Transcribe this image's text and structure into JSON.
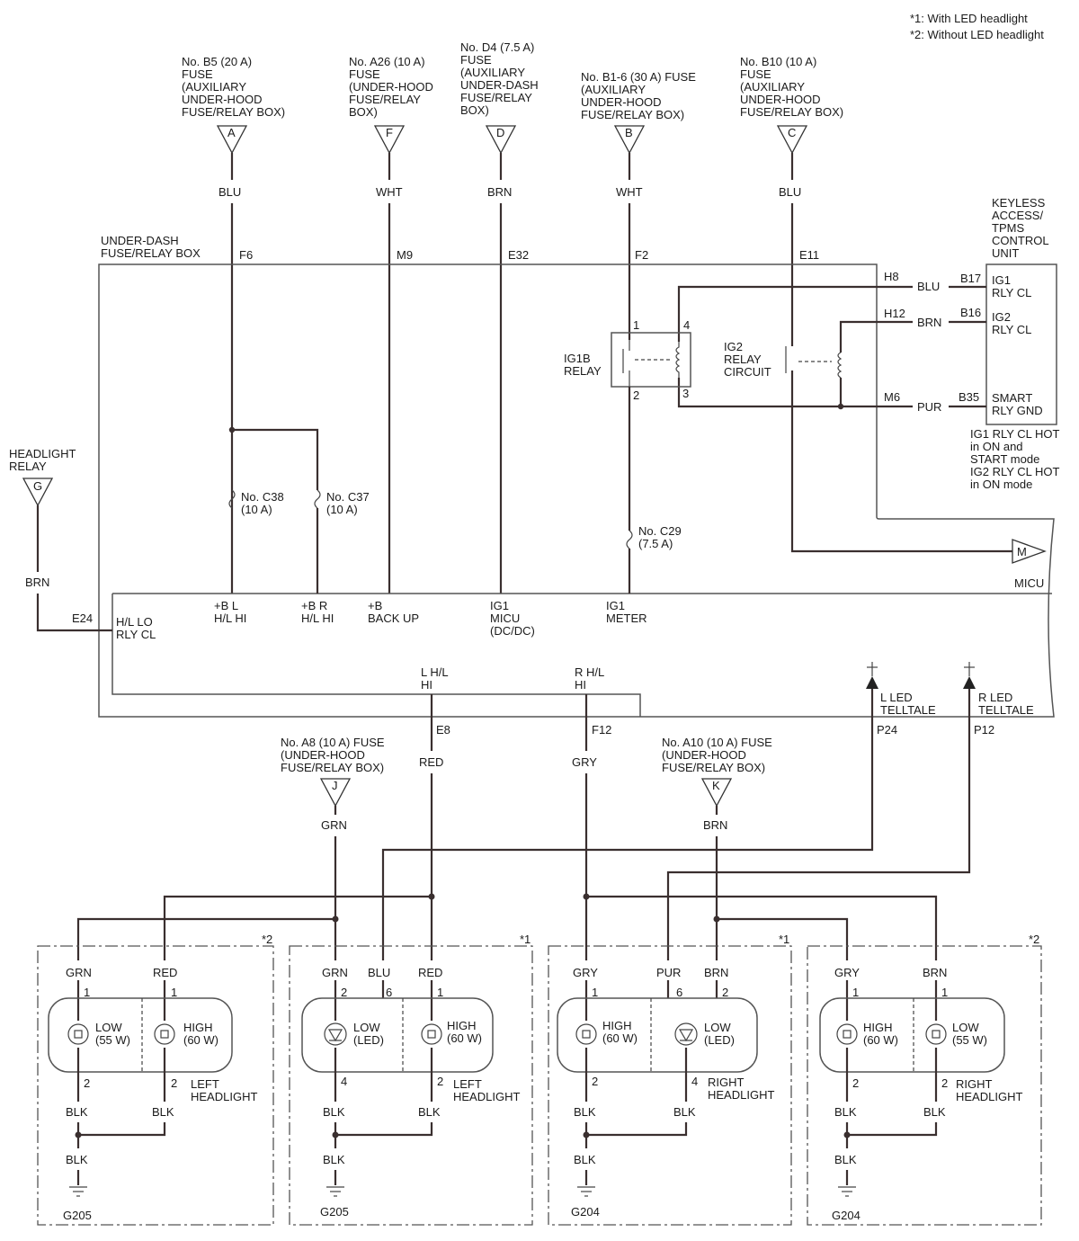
{
  "notes": {
    "n1": "*1: With LED headlight",
    "n2": "*2: Without LED headlight"
  },
  "fuses": {
    "b5": {
      "lines": [
        "No. B5 (20 A)",
        "FUSE",
        "(AUXILIARY",
        "UNDER-HOOD",
        "FUSE/RELAY BOX)"
      ],
      "letter": "A",
      "wire": "BLU",
      "pin": "F6"
    },
    "a26": {
      "lines": [
        "No. A26 (10 A)",
        "FUSE",
        "(UNDER-HOOD",
        "FUSE/RELAY",
        "BOX)"
      ],
      "letter": "F",
      "wire": "WHT",
      "pin": "M9"
    },
    "d4": {
      "lines": [
        "No. D4 (7.5 A)",
        "FUSE",
        "(AUXILIARY",
        "UNDER-DASH",
        "FUSE/RELAY",
        "BOX)"
      ],
      "letter": "D",
      "wire": "BRN",
      "pin": "E32"
    },
    "b16": {
      "lines": [
        "No. B1-6 (30 A) FUSE",
        "(AUXILIARY",
        "UNDER-HOOD",
        "FUSE/RELAY BOX)"
      ],
      "letter": "B",
      "wire": "WHT",
      "pin": "F2"
    },
    "b10": {
      "lines": [
        "No. B10 (10 A)",
        "FUSE",
        "(AUXILIARY",
        "UNDER-HOOD",
        "FUSE/RELAY BOX)"
      ],
      "letter": "C",
      "wire": "BLU",
      "pin": "E11"
    },
    "a8": {
      "lines": [
        "No. A8 (10 A) FUSE",
        "(UNDER-HOOD",
        "FUSE/RELAY BOX)"
      ],
      "letter": "J",
      "wire": "GRN"
    },
    "a10": {
      "lines": [
        "No. A10 (10 A) FUSE",
        "(UNDER-HOOD",
        "FUSE/RELAY BOX)"
      ],
      "letter": "K",
      "wire": "BRN"
    }
  },
  "underdash": {
    "lines": [
      "UNDER-DASH",
      "FUSE/RELAY BOX"
    ]
  },
  "keyless": {
    "lines": [
      "KEYLESS",
      "ACCESS/",
      "TPMS",
      "CONTROL",
      "UNIT"
    ],
    "pins": [
      {
        "pin": "B17",
        "label": "IG1",
        "label2": "RLY CL",
        "wire": "BLU",
        "box_pin": "H8"
      },
      {
        "pin": "B16",
        "label": "IG2",
        "label2": "RLY CL",
        "wire": "BRN",
        "box_pin": "H12"
      },
      {
        "pin": "B35",
        "label": "SMART",
        "label2": "RLY GND",
        "wire": "PUR",
        "box_pin": "M6"
      }
    ],
    "note": [
      "IG1 RLY CL HOT",
      "in ON and",
      "START mode",
      "IG2 RLY CL HOT",
      "in ON mode"
    ]
  },
  "ig1b": {
    "lines": [
      "IG1B",
      "RELAY"
    ],
    "pins": [
      "1",
      "2",
      "3",
      "4"
    ]
  },
  "ig2": {
    "lines": [
      "IG2",
      "RELAY",
      "CIRCUIT"
    ]
  },
  "headlight_relay": {
    "lines": [
      "HEADLIGHT",
      "RELAY"
    ],
    "letter": "G",
    "wire": "BRN",
    "pin": "E24"
  },
  "inner_fuses": {
    "c38": [
      "No. C38",
      "(10 A)"
    ],
    "c37": [
      "No. C37",
      "(10 A)"
    ],
    "c29": [
      "No. C29",
      "(7.5 A)"
    ]
  },
  "micu": {
    "letter": "M",
    "label": "MICU"
  },
  "circuits": {
    "hl_lo": [
      "H/L LO",
      "RLY CL"
    ],
    "bl": [
      "+B L",
      "H/L HI"
    ],
    "br": [
      "+B R",
      "H/L HI"
    ],
    "backup": [
      "+B",
      "BACK UP"
    ],
    "ig1micu": [
      "IG1",
      "MICU",
      "(DC/DC)"
    ],
    "ig1meter": [
      "IG1",
      "METER"
    ],
    "lhl": [
      "L H/L",
      "HI"
    ],
    "rhl": [
      "R H/L",
      "HI"
    ],
    "l_led": [
      "L LED",
      "TELLTALE"
    ],
    "r_led": [
      "R LED",
      "TELLTALE"
    ]
  },
  "outputs": {
    "lhl_pin": "E8",
    "lhl_wire": "RED",
    "rhl_pin": "F12",
    "rhl_wire": "GRY",
    "lled_pin": "P24",
    "rled_pin": "P12"
  },
  "headlights": [
    {
      "tag": "*2",
      "wires": [
        "GRN",
        "RED"
      ],
      "top_pins": [
        "1",
        "1"
      ],
      "lamps": [
        [
          "LOW",
          "(55 W)"
        ],
        [
          "HIGH",
          "(60 W)"
        ]
      ],
      "bot_pins": [
        "2",
        "2"
      ],
      "name": [
        "LEFT",
        "HEADLIGHT"
      ],
      "gnd": [
        "BLK",
        "BLK",
        "BLK"
      ],
      "ground": "G205"
    },
    {
      "tag": "*1",
      "wires": [
        "GRN",
        "BLU",
        "RED"
      ],
      "top_pins": [
        "2",
        "6",
        "1"
      ],
      "lamps": [
        [
          "LOW",
          "(LED)"
        ],
        [
          "HIGH",
          "(60 W)"
        ]
      ],
      "bot_pins": [
        "4",
        "2"
      ],
      "name": [
        "LEFT",
        "HEADLIGHT"
      ],
      "gnd": [
        "BLK",
        "BLK",
        "BLK"
      ],
      "ground": "G205"
    },
    {
      "tag": "*1",
      "wires": [
        "GRY",
        "PUR",
        "BRN"
      ],
      "top_pins": [
        "1",
        "6",
        "2"
      ],
      "lamps": [
        [
          "HIGH",
          "(60 W)"
        ],
        [
          "LOW",
          "(LED)"
        ]
      ],
      "bot_pins": [
        "2",
        "4"
      ],
      "name": [
        "RIGHT",
        "HEADLIGHT"
      ],
      "gnd": [
        "BLK",
        "BLK",
        "BLK"
      ],
      "ground": "G204"
    },
    {
      "tag": "*2",
      "wires": [
        "GRY",
        "BRN"
      ],
      "top_pins": [
        "1",
        "1"
      ],
      "lamps": [
        [
          "HIGH",
          "(60 W)"
        ],
        [
          "LOW",
          "(55 W)"
        ]
      ],
      "bot_pins": [
        "2",
        "2"
      ],
      "name": [
        "RIGHT",
        "HEADLIGHT"
      ],
      "gnd": [
        "BLK",
        "BLK",
        "BLK"
      ],
      "ground": "G204"
    }
  ]
}
